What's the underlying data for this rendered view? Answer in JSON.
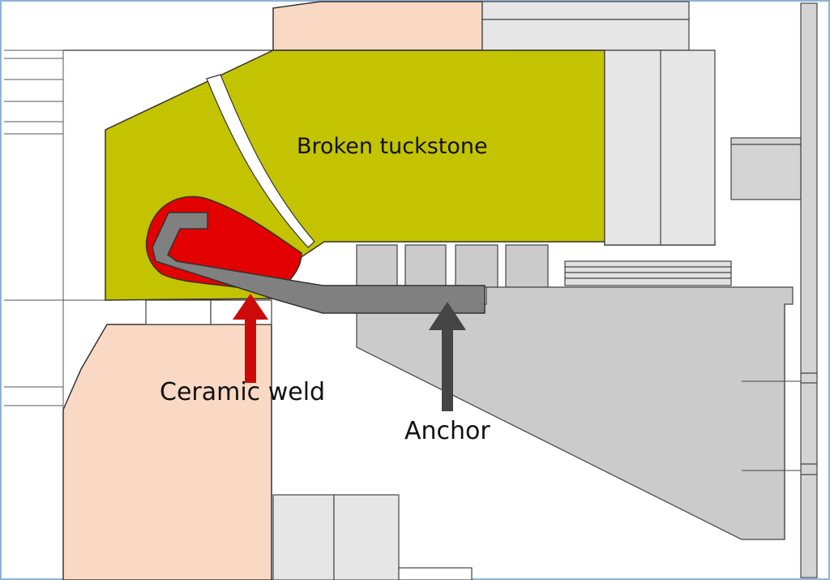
{
  "labels": {
    "tuckstone": "Broken tuckstone",
    "weld": "Ceramic weld",
    "anchor": "Anchor"
  },
  "colors": {
    "tuckstone": "#c3c300",
    "weld": "#e30000",
    "anchor": "#808080",
    "weld_arrow": "#cc0a0a",
    "anchor_arrow": "#454545",
    "block_peach": "#fad9c4",
    "steel_light": "#e6e6e6",
    "steel_mid": "#cbcbcb",
    "frame_border": "#8fb3d9"
  }
}
